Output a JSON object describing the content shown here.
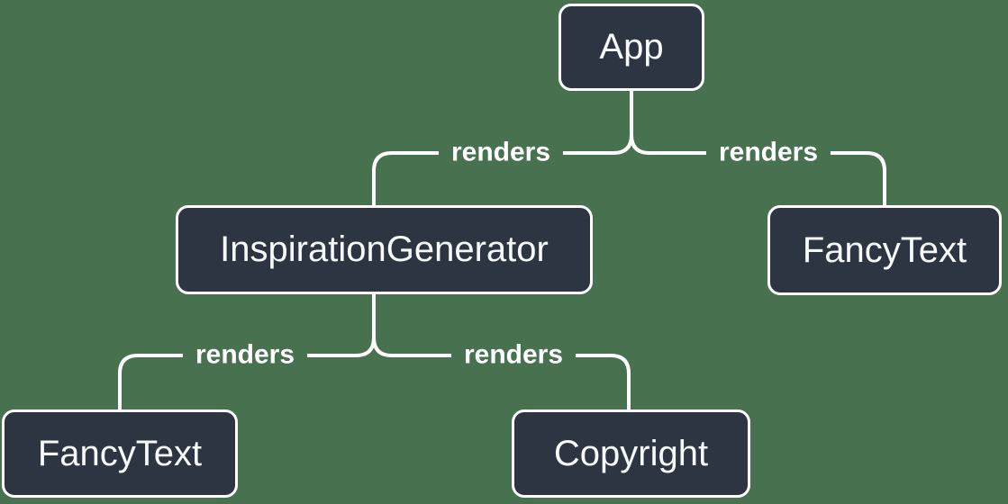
{
  "diagram": {
    "type": "tree",
    "nodes": [
      {
        "id": "app",
        "label": "App"
      },
      {
        "id": "inspiration-generator",
        "label": "InspirationGenerator"
      },
      {
        "id": "fancy-text-right",
        "label": "FancyText"
      },
      {
        "id": "fancy-text-left",
        "label": "FancyText"
      },
      {
        "id": "copyright",
        "label": "Copyright"
      }
    ],
    "edges": [
      {
        "from": "app",
        "to": "inspiration-generator",
        "label": "renders"
      },
      {
        "from": "app",
        "to": "fancy-text-right",
        "label": "renders"
      },
      {
        "from": "inspiration-generator",
        "to": "fancy-text-left",
        "label": "renders"
      },
      {
        "from": "inspiration-generator",
        "to": "copyright",
        "label": "renders"
      }
    ],
    "colors": {
      "background": "#47714f",
      "node_fill": "#2d3543",
      "node_border": "#ffffff",
      "node_text": "#f7f9fa",
      "edge_line": "#ffffff",
      "edge_label_text": "#ffffff"
    }
  }
}
